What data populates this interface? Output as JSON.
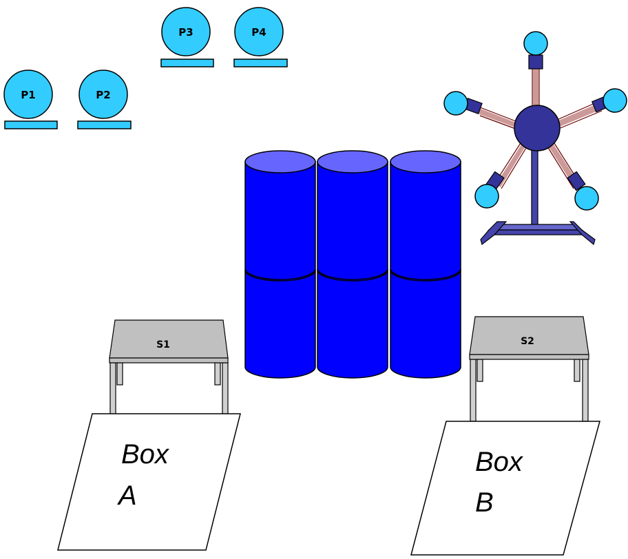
{
  "colors": {
    "pedestal_fill": "#33ccff",
    "barrel_body": "#0000ff",
    "barrel_top": "#6666ff",
    "table_top": "#c0c0c0",
    "table_leg": "#d0d0d0",
    "wheel_hub": "#333399",
    "wheel_spoke": "#cc9999",
    "wheel_spoke_edge": "#660000",
    "wheel_pod": "#33ccff",
    "stand_fill": "#4444aa",
    "outline": "#000000"
  },
  "pedestals": [
    {
      "label": "P1"
    },
    {
      "label": "P2"
    },
    {
      "label": "P3"
    },
    {
      "label": "P4"
    }
  ],
  "stands": [
    {
      "label": "S1"
    },
    {
      "label": "S2"
    }
  ],
  "boxes": [
    {
      "line1": "Box",
      "line2": "A"
    },
    {
      "line1": "Box",
      "line2": "B"
    }
  ],
  "barrels": {
    "columns": 3,
    "rows": 2
  },
  "wheel": {
    "pods": 5
  }
}
